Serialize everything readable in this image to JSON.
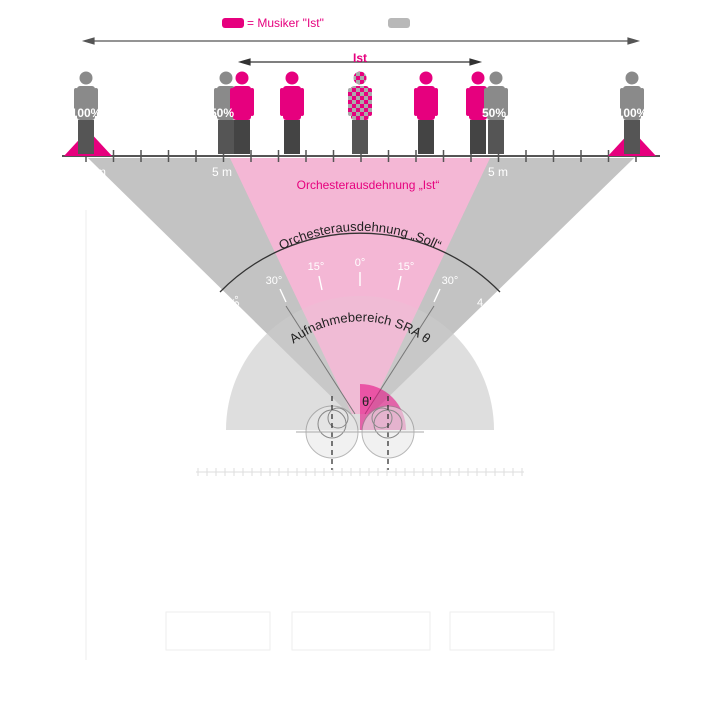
{
  "legend": {
    "ist_label": "= Musiker \"Ist\"",
    "ist_color": "#e6007e",
    "soll_color": "#b8b8b8"
  },
  "top": {
    "ist_span_label": "Ist"
  },
  "musicians": {
    "left_percent": "100%",
    "left_mid_percent": "50%",
    "right_mid_percent": "50%",
    "right_percent": "100%"
  },
  "scale": {
    "left_label": "5 m",
    "right_label": "5 m",
    "far_left_fragment": "m"
  },
  "diagram": {
    "orchestra_ist_label": "Orchesterausdehnung „Ist“",
    "orchestra_soll_label": "Orchesterausdehnung „Soll“",
    "sra_label": "Aufnahmebereich SRA θ",
    "theta_prime": "θ'",
    "angles": {
      "zero": "0°",
      "fifteen_left": "15°",
      "fifteen_right": "15°",
      "thirty_left": "30°",
      "thirty_right": "30°",
      "fortyfive_left": "45°",
      "fortyfive_right": "4"
    }
  },
  "colors": {
    "ist_pink": "#e6007e",
    "ist_light": "#ffb8dc",
    "soll_gray": "#c8c8c8",
    "sra_gray": "#d9d9d9",
    "line_dark": "#444444"
  }
}
